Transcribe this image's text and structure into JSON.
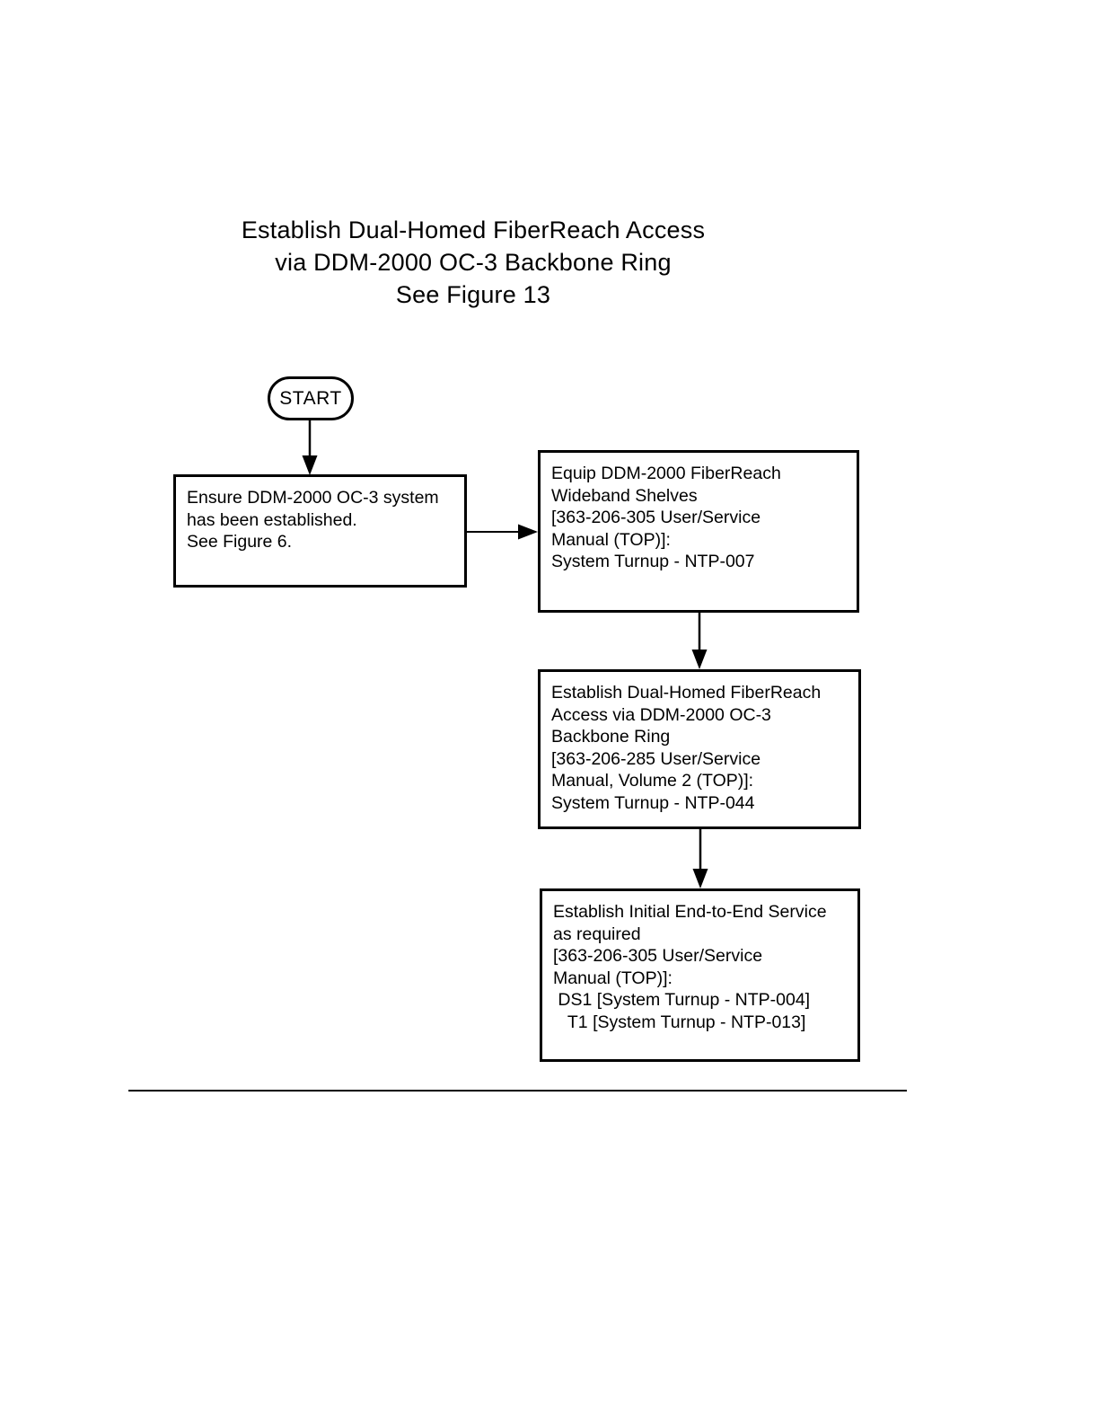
{
  "page": {
    "title_lines": [
      "Establish Dual-Homed FiberReach Access",
      "via DDM-2000 OC-3 Backbone Ring",
      "See Figure 13"
    ]
  },
  "flowchart": {
    "start_label": "START",
    "boxes": [
      {
        "id": "ensure-system",
        "lines": [
          "Ensure DDM-2000 OC-3 system",
          "has been established.",
          "See Figure 6."
        ]
      },
      {
        "id": "equip-shelves",
        "lines": [
          "Equip DDM-2000 FiberReach",
          "Wideband Shelves",
          "[363-206-305 User/Service",
          "Manual (TOP)]:",
          "System Turnup - NTP-007"
        ]
      },
      {
        "id": "establish-access",
        "lines": [
          "Establish Dual-Homed FiberReach",
          "Access via DDM-2000 OC-3",
          "Backbone Ring",
          "[363-206-285 User/Service",
          "Manual, Volume 2 (TOP)]:",
          "System Turnup - NTP-044"
        ]
      },
      {
        "id": "establish-service",
        "lines": [
          "Establish Initial End-to-End Service",
          "as required",
          "[363-206-305 User/Service",
          "Manual (TOP)]:",
          " DS1 [System Turnup - NTP-004]",
          "   T1 [System Turnup - NTP-013]"
        ]
      }
    ],
    "colors": {
      "ink": "#000000",
      "background": "#ffffff"
    }
  }
}
